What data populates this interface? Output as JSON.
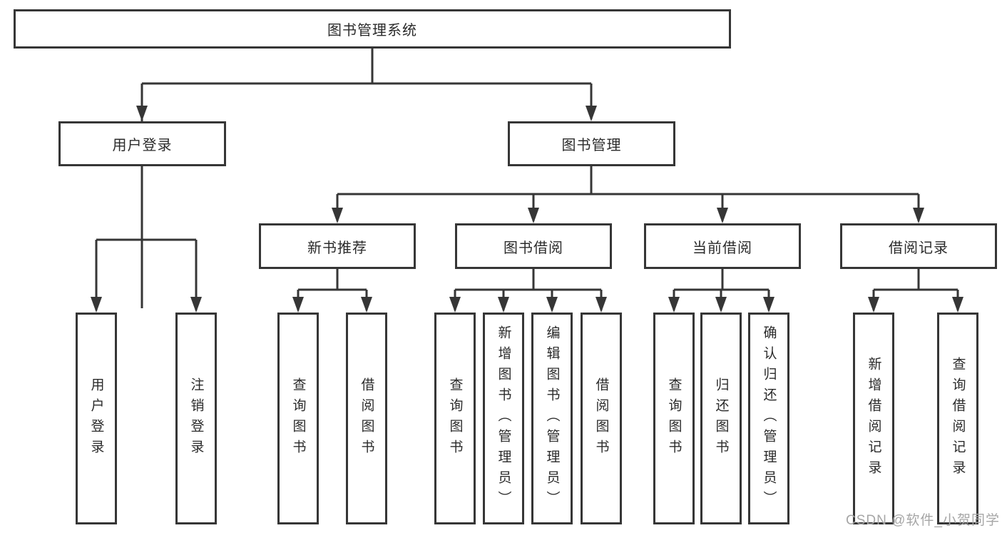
{
  "diagram": {
    "type": "tree",
    "colors": {
      "line": "#363636",
      "box_border": "#363636",
      "box_fill": "#ffffff",
      "text": "#2b2b2b",
      "background": "#ffffff",
      "watermark_text_color": "#a6a6a6"
    },
    "root": {
      "label": "图书管理系统"
    },
    "level2": [
      {
        "label": "用户登录",
        "parent": "图书管理系统"
      },
      {
        "label": "图书管理",
        "parent": "图书管理系统"
      }
    ],
    "level3": [
      {
        "label": "新书推荐",
        "parent": "图书管理"
      },
      {
        "label": "图书借阅",
        "parent": "图书管理"
      },
      {
        "label": "当前借阅",
        "parent": "图书管理"
      },
      {
        "label": "借阅记录",
        "parent": "图书管理"
      }
    ],
    "leaves": [
      {
        "label": "用户登录",
        "parent": "用户登录"
      },
      {
        "label": "注销登录",
        "parent": "用户登录"
      },
      {
        "label": "查询图书",
        "parent": "新书推荐"
      },
      {
        "label": "借阅图书",
        "parent": "新书推荐"
      },
      {
        "label": "查询图书",
        "parent": "图书借阅"
      },
      {
        "label": "新增图书（管理员）",
        "parent": "图书借阅"
      },
      {
        "label": "编辑图书（管理员）",
        "parent": "图书借阅"
      },
      {
        "label": "借阅图书",
        "parent": "图书借阅"
      },
      {
        "label": "查询图书",
        "parent": "当前借阅"
      },
      {
        "label": "归还图书",
        "parent": "当前借阅"
      },
      {
        "label": "确认归还（管理员）",
        "parent": "当前借阅"
      },
      {
        "label": "新增借阅记录",
        "parent": "借阅记录"
      },
      {
        "label": "查询借阅记录",
        "parent": "借阅记录"
      }
    ],
    "watermark": "CSDN @软件_小贺同学"
  }
}
